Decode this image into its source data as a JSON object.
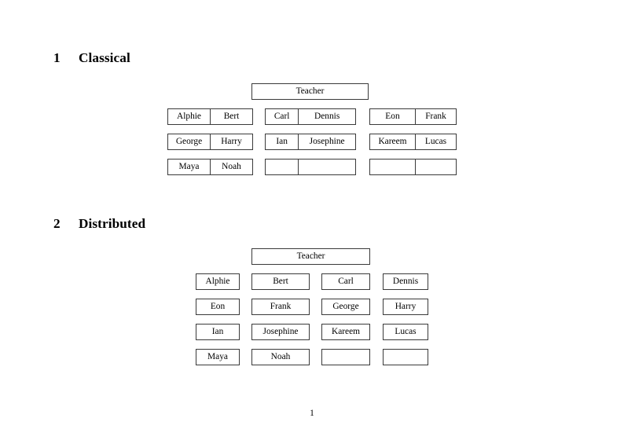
{
  "document": {
    "page_number": "1",
    "teacher_label": "Teacher"
  },
  "sections": [
    {
      "number": "1",
      "title": "Classical",
      "layout": "joined-pairs",
      "teacher": "Teacher",
      "groups": [
        {
          "rows": [
            {
              "cells": [
                "Alphie",
                "Bert"
              ]
            },
            {
              "cells": [
                "George",
                "Harry"
              ]
            },
            {
              "cells": [
                "Maya",
                "Noah"
              ]
            }
          ]
        },
        {
          "rows": [
            {
              "cells": [
                "Carl",
                "Dennis"
              ]
            },
            {
              "cells": [
                "Ian",
                "Josephine"
              ]
            },
            {
              "cells": [
                "",
                ""
              ]
            }
          ]
        },
        {
          "rows": [
            {
              "cells": [
                "Eon",
                "Frank"
              ]
            },
            {
              "cells": [
                "Kareem",
                "Lucas"
              ]
            },
            {
              "cells": [
                "",
                ""
              ]
            }
          ]
        }
      ]
    },
    {
      "number": "2",
      "title": "Distributed",
      "layout": "separate-boxes",
      "teacher": "Teacher",
      "rows": [
        {
          "cells": [
            "Alphie",
            "Bert",
            "Carl",
            "Dennis"
          ]
        },
        {
          "cells": [
            "Eon",
            "Frank",
            "George",
            "Harry"
          ]
        },
        {
          "cells": [
            "Ian",
            "Josephine",
            "Kareem",
            "Lucas"
          ]
        },
        {
          "cells": [
            "Maya",
            "Noah",
            "",
            ""
          ]
        }
      ]
    }
  ],
  "colors": {
    "page_background": "#ffffff",
    "text": "#000000",
    "box_border": "#3a3a3a"
  }
}
